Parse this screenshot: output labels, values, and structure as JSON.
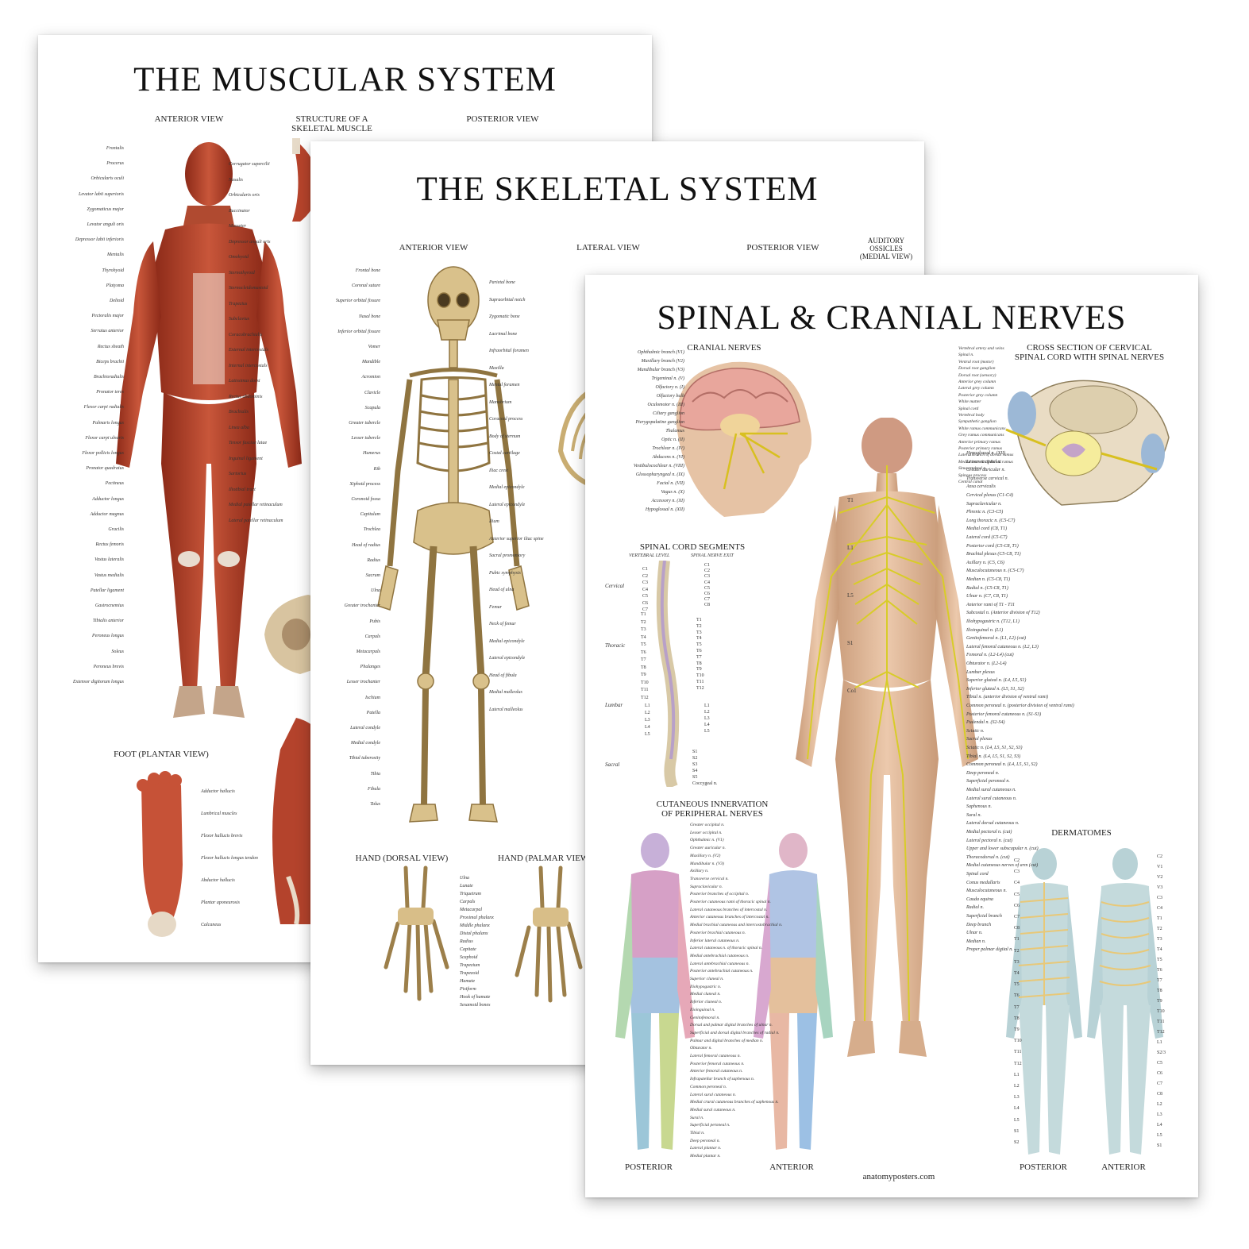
{
  "muscular": {
    "title": "THE MUSCULAR SYSTEM",
    "anterior_view": "ANTERIOR VIEW",
    "structure": "STRUCTURE OF A\nSKELETAL MUSCLE",
    "posterior_view": "POSTERIOR VIEW",
    "foot": "FOOT (PLANTAR VIEW)",
    "labels_left": [
      "Frontalis",
      "Procerus",
      "Orbicularis oculi",
      "Levator labii superioris",
      "Zygomaticus major",
      "Levator anguli oris",
      "Depressor labii inferioris",
      "Mentalis",
      "Thyrohyoid",
      "Platysma",
      "Deltoid",
      "Pectoralis major",
      "Serratus anterior",
      "Rectus sheath",
      "Biceps brachii",
      "Brachioradialis",
      "Pronator teres",
      "Flexor carpi radialis",
      "Palmaris longus",
      "Flexor carpi ulnaris",
      "Flexor pollicis longus",
      "Pronator quadratus",
      "Pectineus",
      "Adductor longus",
      "Adductor magnus",
      "Gracilis",
      "Rectus femoris",
      "Vastus lateralis",
      "Vastus medialis",
      "Patellar ligament",
      "Gastrocnemius",
      "Tibialis anterior",
      "Peroneus longus",
      "Soleus",
      "Peroneus brevis",
      "Extensor digitorum longus"
    ],
    "labels_right": [
      "Corrugator supercilii",
      "Nasalis",
      "Orbicularis oris",
      "Buccinator",
      "Masseter",
      "Depressor anguli oris",
      "Omohyoid",
      "Sternothyroid",
      "Sternocleidomastoid",
      "Trapezius",
      "Subclavius",
      "Coracobrachialis",
      "External intercostals",
      "Internal intercostals",
      "Latissimus dorsi",
      "Rectus abdominis",
      "Brachialis",
      "Linea alba",
      "Tensor fasciae latae",
      "Inguinal ligament",
      "Sartorius",
      "Iliotibial tract",
      "Medial patellar retinaculum",
      "Lateral patellar retinaculum"
    ],
    "foot_labels": [
      "Adductor hallucis",
      "Lumbrical muscles",
      "Flexor hallucis brevis",
      "Flexor hallucis longus tendon",
      "Abductor hallucis",
      "Plantar aponeurosis",
      "Calcaneus"
    ]
  },
  "skeletal": {
    "title": "THE SKELETAL SYSTEM",
    "anterior_view": "ANTERIOR VIEW",
    "lateral_view": "LATERAL VIEW",
    "posterior_view": "POSTERIOR VIEW",
    "ossicles": "AUDITORY\nOSSICLES\n(MEDIAL VIEW)",
    "hand_dorsal": "HAND (DORSAL VIEW)",
    "hand_palmar": "HAND (PALMAR VIEW)",
    "labels_left": [
      "Frontal bone",
      "Coronal suture",
      "Superior orbital fissure",
      "Nasal bone",
      "Inferior orbital fissure",
      "Vomer",
      "Mandible",
      "Acromion",
      "Clavicle",
      "Scapula",
      "Greater tubercle",
      "Lesser tubercle",
      "Humerus",
      "Rib",
      "Xiphoid process",
      "Coronoid fossa",
      "Capitulum",
      "Trochlea",
      "Head of radius",
      "Radius",
      "Sacrum",
      "Ulna",
      "Greater trochanter",
      "Pubis",
      "Carpals",
      "Metacarpals",
      "Phalanges",
      "Lesser trochanter",
      "Ischium",
      "Patella",
      "Lateral condyle",
      "Medial condyle",
      "Tibial tuberosity",
      "Tibia",
      "Fibula",
      "Talus"
    ],
    "labels_right": [
      "Parietal bone",
      "Supraorbital notch",
      "Zygomatic bone",
      "Lacrimal bone",
      "Infraorbital foramen",
      "Maxilla",
      "Mental foramen",
      "Manubrium",
      "Coracoid process",
      "Body of sternum",
      "Costal cartilage",
      "Iliac crest",
      "Medial epicondyle",
      "Lateral epicondyle",
      "Ilium",
      "Anterior superior iliac spine",
      "Sacral promontory",
      "Pubic symphysis",
      "Head of ulna",
      "Femur",
      "Neck of femur",
      "Medial epicondyle",
      "Lateral epicondyle",
      "Head of fibula",
      "Medial malleolus",
      "Lateral malleolus"
    ],
    "hand_labels": [
      "Ulna",
      "Lunate",
      "Triquetrum",
      "Carpals",
      "Metacarpal",
      "Proximal phalanx",
      "Middle phalanx",
      "Distal phalanx",
      "Radius",
      "Capitate",
      "Scaphoid",
      "Trapezium",
      "Trapezoid",
      "Hamate",
      "Pisiform",
      "Hook of hamate",
      "Sesamoid bones"
    ]
  },
  "nerves": {
    "title": "SPINAL & CRANIAL NERVES",
    "cranial": "CRANIAL NERVES",
    "cross_section": "CROSS SECTION OF CERVICAL\nSPINAL CORD WITH SPINAL NERVES",
    "segments": "SPINAL CORD SEGMENTS",
    "vertebral_level": "VERTEBRAL LEVEL",
    "nerve_exit": "SPINAL NERVE EXIT",
    "cutaneous": "CUTANEOUS INNERVATION\nOF PERIPHERAL NERVES",
    "dermatomes": "DERMATOMES",
    "posterior": "POSTERIOR",
    "anterior": "ANTERIOR",
    "posterior2": "POSTERIOR",
    "anterior2": "ANTERIOR",
    "footer": "anatomyposters.com",
    "region_labels": [
      "Cervical",
      "Thoracic",
      "Lumbar",
      "Sacral"
    ],
    "cranial_labels": [
      "Ophthalmic branch (V1)",
      "Maxillary branch (V2)",
      "Mandibular branch (V3)",
      "Trigeminal n. (V)",
      "Olfactory n. (I)",
      "Olfactory bulb",
      "Oculomotor n. (III)",
      "Ciliary ganglion",
      "Pterygopalatine ganglion",
      "Thalamus",
      "Optic n. (II)",
      "Trochlear n. (IV)",
      "Abducens n. (VI)",
      "Vestibulocochlear n. (VIII)",
      "Glossopharyngeal n. (IX)",
      "Facial n. (VII)",
      "Vagus n. (X)",
      "Accessory n. (XI)",
      "Hypoglossal n. (XII)"
    ],
    "body_labels": [
      "Hypoglossal n. (XII)",
      "Lesser occipital n.",
      "Greater auricular n.",
      "Transverse cervical n.",
      "Ansa cervicalis",
      "Cervical plexus (C1-C4)",
      "Supraclavicular n.",
      "Phrenic n. (C3-C5)",
      "Long thoracic n. (C5-C7)",
      "Medial cord (C8, T1)",
      "Lateral cord (C5-C7)",
      "Posterior cord (C5-C8, T1)",
      "Brachial plexus (C5-C8, T1)",
      "Axillary n. (C5, C6)",
      "Musculocutaneous n. (C5-C7)",
      "Median n. (C5-C8, T1)",
      "Radial n. (C5-C8, T1)",
      "Ulnar n. (C7, C8, T1)",
      "Anterior rami of T1 - T11",
      "Subcostal n. (Anterior division of T12)",
      "Iliohypogastric n. (T12, L1)",
      "Ilioinguinal n. (L1)",
      "Genitofemoral n. (L1, L2) (cut)",
      "Lateral femoral cutaneous n. (L2, L3)",
      "Femoral n. (L2-L4) (cut)",
      "Obturator n. (L2-L4)",
      "Lumbar plexus",
      "Superior gluteal n. (L4, L5, S1)",
      "Inferior gluteal n. (L5, S1, S2)",
      "Tibial n. (anterior division of ventral rami)",
      "Common peroneal n. (posterior division of ventral rami)",
      "Posterior femoral cutaneous n. (S1-S3)",
      "Pudendal n. (S2-S4)",
      "Sciatic n.",
      "Sacral plexus",
      "Sciatic n. (L4, L5, S1, S2, S3)",
      "Tibial n. (L4, L5, S1, S2, S3)",
      "Common peroneal n. (L4, L5, S1, S2)",
      "Deep peroneal n.",
      "Superficial peroneal n.",
      "Medial sural cutaneous n.",
      "Lateral sural cutaneous n.",
      "Saphenous n.",
      "Sural n.",
      "Lateral dorsal cutaneous n.",
      "Medial pectoral n. (cut)",
      "Lateral pectoral n. (cut)",
      "Upper and lower subscapular n. (cut)",
      "Thoracodorsal n. (cut)",
      "Medial cutaneous nerves of arm (cut)",
      "Spinal cord",
      "Conus medullaris",
      "Musculocutaneous n.",
      "Cauda equina",
      "Radial n.",
      "Superficial branch",
      "Deep branch",
      "Ulnar n.",
      "Median n.",
      "Proper palmar digital n."
    ],
    "cutaneous_labels": [
      "Greater occipital n.",
      "Lesser occipital n.",
      "Ophthalmic n. (V1)",
      "Greater auricular n.",
      "Maxillary n. (V2)",
      "Mandibular n. (V3)",
      "Axillary n.",
      "Transverse cervical n.",
      "Supraclavicular n.",
      "Posterior branches of occipital n.",
      "Posterior cutaneous rami of thoracic spinal n.",
      "Lateral cutaneous branches of intercostal n.",
      "Anterior cutaneous branches of intercostal n.",
      "Medial brachial cutaneous and intercostobrachial n.",
      "Posterior brachial cutaneous n.",
      "Inferior lateral cutaneous n.",
      "Lateral cutaneous n. of thoracic spinal n.",
      "Medial antebrachial cutaneous n.",
      "Lateral antebrachial cutaneous n.",
      "Posterior antebrachial cutaneous n.",
      "Superior cluneal n.",
      "Iliohypogastric n.",
      "Medial cluneal n.",
      "Inferior cluneal n.",
      "Ilioinguinal n.",
      "Genitofemoral n.",
      "Dorsal and palmar digital branches of ulnar n.",
      "Superficial and dorsal digital branches of radial n.",
      "Palmar and digital branches of median n.",
      "Obturator n.",
      "Lateral femoral cutaneous n.",
      "Posterior femoral cutaneous n.",
      "Anterior femoral cutaneous n.",
      "Infrapatellar branch of saphenous n.",
      "Common peroneal n.",
      "Lateral sural cutaneous n.",
      "Medial crural cutaneous branches of saphenous n.",
      "Medial sural cutaneous n.",
      "Sural n.",
      "Superficial peroneal n.",
      "Tibial n.",
      "Deep peroneal n.",
      "Lateral plantar n.",
      "Medial plantar n."
    ],
    "cross_labels": [
      "Vertebral artery and veins",
      "Spinal n.",
      "Ventral root (motor)",
      "Dorsal root ganglion",
      "Dorsal root (sensory)",
      "Anterior grey column",
      "Lateral grey column",
      "Posterior grey column",
      "White matter",
      "Spinal cord",
      "Vertebral body",
      "Sympathetic ganglion",
      "White ramus communicans",
      "Grey ramus communicans",
      "Anterior primary ramus",
      "Posterior primary ramus",
      "Lateral branch of dorsal ramus",
      "Medial branch of dorsal ramus",
      "Sinuvertebral n.",
      "Spinous process",
      "Central canal"
    ],
    "vert_cervical": [
      "C1",
      "C2",
      "C3",
      "C4",
      "C5",
      "C6",
      "C7"
    ],
    "exit_cervical": [
      "C1",
      "C2",
      "C3",
      "C4",
      "C5",
      "C6",
      "C7",
      "C8"
    ],
    "thoracic": [
      "T1",
      "T2",
      "T3",
      "T4",
      "T5",
      "T6",
      "T7",
      "T8",
      "T9",
      "T10",
      "T11",
      "T12"
    ],
    "lumbar": [
      "L1",
      "L2",
      "L3",
      "L4",
      "L5"
    ],
    "sacral": [
      "S1",
      "S2",
      "S3",
      "S4",
      "S5",
      "Coccygeal n."
    ],
    "derm_left": [
      "C2",
      "C3",
      "C4",
      "C5",
      "C6",
      "C7",
      "C8",
      "T1",
      "T2",
      "T3",
      "T4",
      "T5",
      "T6",
      "T7",
      "T8",
      "T9",
      "T10",
      "T11",
      "T12",
      "L1",
      "L2",
      "L3",
      "L4",
      "L5",
      "S1",
      "S2"
    ],
    "derm_right": [
      "C2",
      "V1",
      "V2",
      "V3",
      "C3",
      "C4",
      "T1",
      "T2",
      "T3",
      "T4",
      "T5",
      "T6",
      "T7",
      "T8",
      "T9",
      "T10",
      "T11",
      "T12",
      "L1",
      "S2/3",
      "C5",
      "C6",
      "C7",
      "C8",
      "L2",
      "L3",
      "L4",
      "L5",
      "S1"
    ],
    "misc_labels": [
      "T1",
      "L1",
      "L5",
      "S1",
      "Co1"
    ]
  }
}
